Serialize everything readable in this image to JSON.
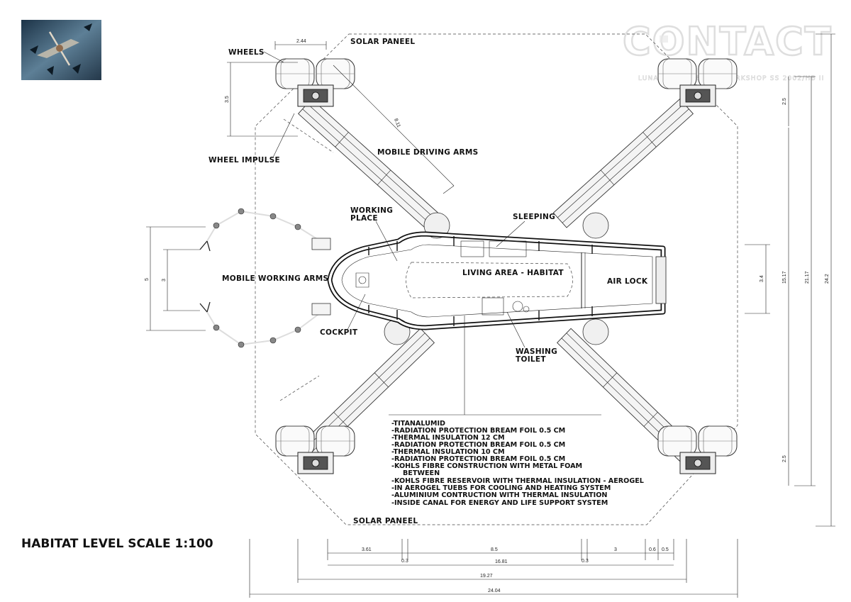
{
  "header": {
    "logo_text": "CONTACT",
    "subtitle": "LUNAR BASE DESIGN WORKSHOP SS 2002/HB II"
  },
  "labels": {
    "wheels": "WHEELS",
    "solar_panel_top": "SOLAR PANEEL",
    "solar_panel_bottom": "SOLAR PANEEL",
    "wheel_impulse": "WHEEL IMPULSE",
    "mobile_driving_arms": "MOBILE DRIVING ARMS",
    "working_place_line1": "WORKING",
    "working_place_line2": "PLACE",
    "sleeping": "SLEEPING",
    "mobile_working_arms": "MOBILE WORKING ARMS",
    "living_area": "LIVING AREA - HABITAT",
    "air_lock": "AIR LOCK",
    "cockpit": "COCKPIT",
    "washing_line1": "WASHING",
    "washing_line2": "TOILET"
  },
  "wall_layers": [
    "-TITANALUMID",
    "-RADIATION PROTECTION BREAM FOIL 0.5 CM",
    "-THERMAL INSULATION 12 CM",
    "-RADIATION PROTECTION BREAM FOIL 0.5 CM",
    "-THERMAL INSULATION 10 CM",
    "-RADIATION PROTECTION BREAM FOIL 0.5 CM",
    "-KOHLS FIBRE CONSTRUCTION WITH METAL FOAM",
    "BETWEEN",
    "-KOHLS FIBRE RESERVOIR WITH THERMAL INSULATION - AEROGEL",
    "-IN AEROGEL TUEBS FOR COOLING AND HEATING SYSTEM",
    "-ALUMINIUM CONTRUCTION WITH THERMAL INSULATION",
    "-INSIDE CANAL FOR ENERGY AND LIFE SUPPORT SYSTEM"
  ],
  "drawing_title": "HABITAT LEVEL SCALE 1:100",
  "dimensions": {
    "wheel_width": "2.44",
    "wheel_height": "3.5",
    "arm_length": "8.11",
    "right_top": "2.5",
    "right_bottom": "2.5",
    "body_height": "3.4",
    "height_15": "15.17",
    "height_21": "21.17",
    "height_24": "24.2",
    "left_outer": "5",
    "left_inner": "3",
    "bottom_361": "3.61",
    "bottom_03a": "0.3",
    "bottom_85": "8.5",
    "bottom_03b": "0.3",
    "bottom_3": "3",
    "bottom_06": "0.6",
    "bottom_05": "0.5",
    "bottom_1681": "16.81",
    "bottom_1927": "19.27",
    "bottom_2404": "24.04"
  }
}
